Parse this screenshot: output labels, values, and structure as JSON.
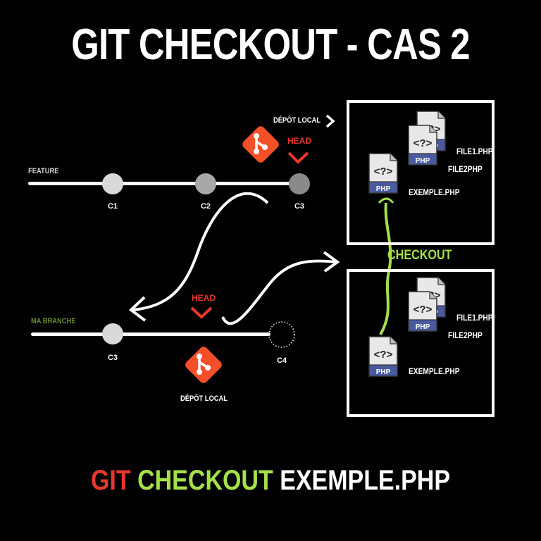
{
  "title": "GIT CHECKOUT - CAS 2",
  "top_branch": {
    "name": "FEATURE",
    "commits": [
      "C1",
      "C2",
      "C3"
    ],
    "head_label": "HEAD",
    "repo_label": "DÉPÔT LOCAL"
  },
  "bottom_branch": {
    "name": "MA BRANCHE",
    "commits": [
      "C3",
      "C4"
    ],
    "head_label": "HEAD",
    "repo_label": "DÉPÔT LOCAL"
  },
  "top_box_files": [
    "FILE1.PHP",
    "FILE2PHP",
    "EXEMPLE.PHP"
  ],
  "bottom_box_files": [
    "FILE1.PHP",
    "FILE2PHP",
    "EXEMPLE.PHP"
  ],
  "file_icon_text": {
    "symbol": "<?>",
    "type": "PHP"
  },
  "checkout_label": "CHECKOUT",
  "bottom_command": {
    "git": "GIT",
    "checkout": "CHECKOUT",
    "file": "EXEMPLE.PHP"
  },
  "colors": {
    "background": "#000000",
    "git_red": "#f34f29",
    "head_red": "#e8382c",
    "checkout_green": "#a5e04a",
    "branch_green": "#6b8f2a",
    "php_blue": "#4a5a9e",
    "commit_light": "#d9d9d9",
    "commit_mid": "#a8a8a8",
    "commit_dark": "#8a8a8a"
  }
}
